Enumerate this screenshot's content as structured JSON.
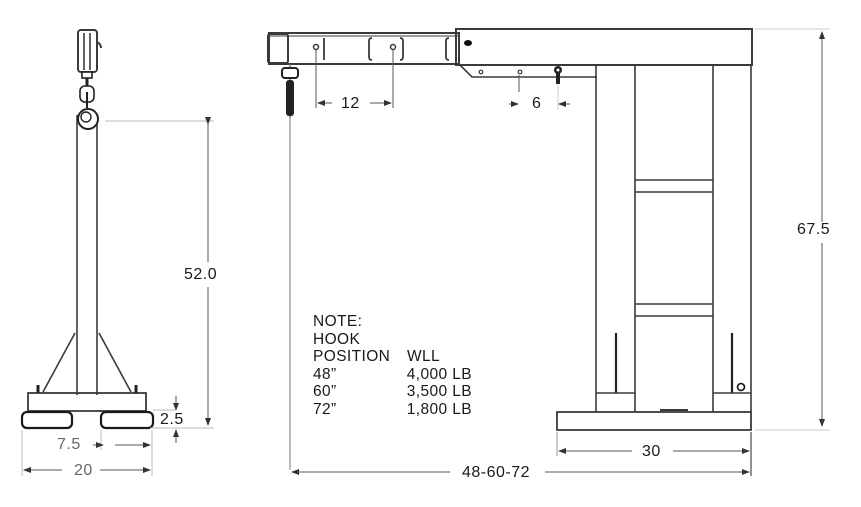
{
  "drawing": {
    "subject": "Jib crane elevation drawings",
    "colors": {
      "line": "#3a3a3a",
      "dim": "#555555",
      "text": "#1a1a1a",
      "background": "#ffffff"
    }
  },
  "side_view": {
    "dimensions": {
      "height": "52.0",
      "fork_pocket_height": "2.5",
      "fork_pocket_width": "7.5",
      "overall_width": "20"
    }
  },
  "front_view": {
    "dimensions": {
      "hole_spacing_boom": "12",
      "hole_spacing_pin": "6",
      "overall_height": "67.5",
      "base_width": "30",
      "reach": "48-60-72"
    }
  },
  "note": {
    "title": "NOTE:",
    "line1": "HOOK",
    "header": {
      "position": "POSITION",
      "wll": "WLL"
    },
    "rows": [
      {
        "position": "48”",
        "wll": "4,000 LB"
      },
      {
        "position": "60”",
        "wll": "3,500 LB"
      },
      {
        "position": "72”",
        "wll": "1,800 LB"
      }
    ]
  }
}
